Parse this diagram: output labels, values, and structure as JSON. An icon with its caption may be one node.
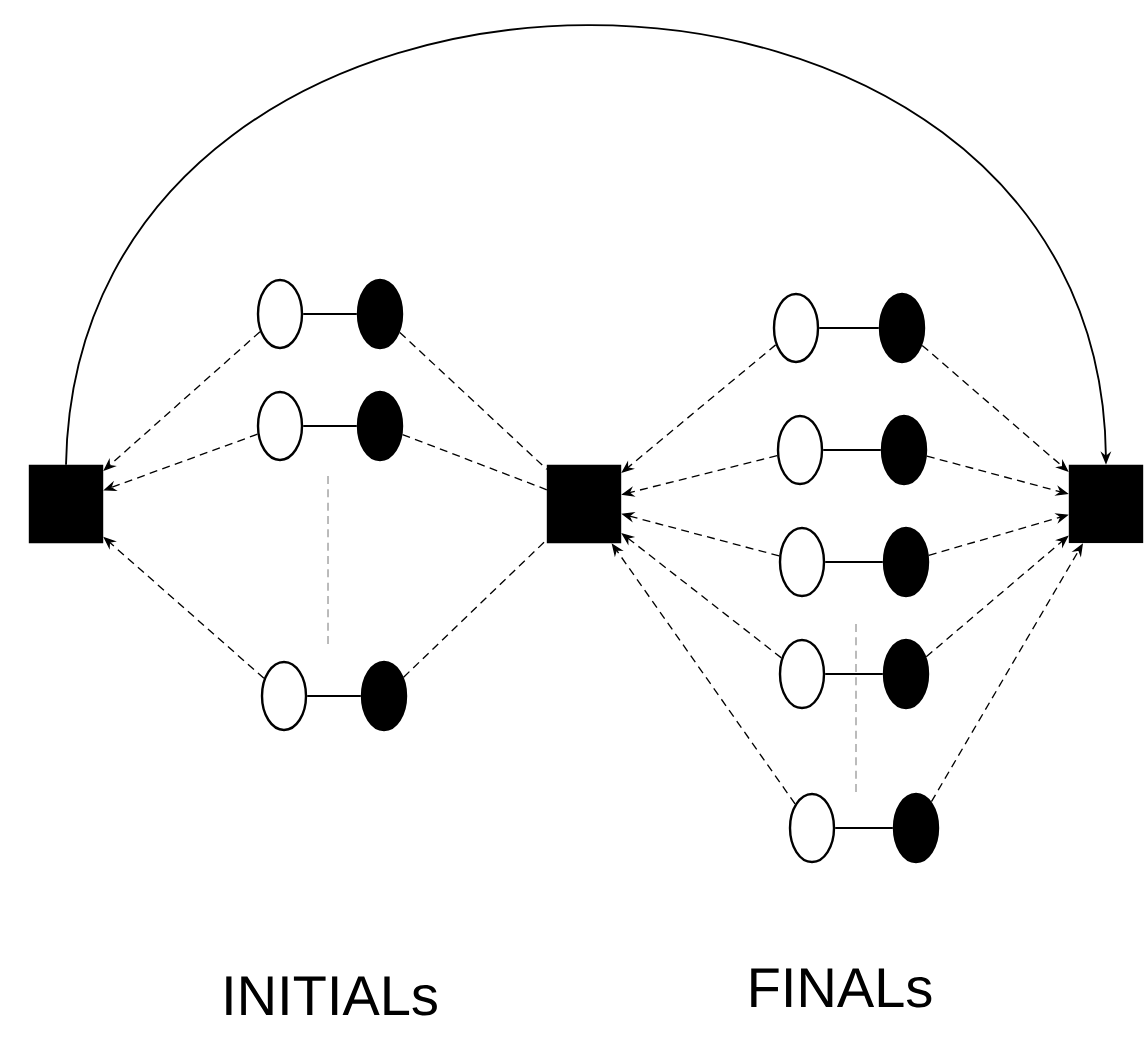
{
  "diagram": {
    "nodes": [
      {
        "text": [],
        "shape": "box"
      },
      {
        "text": [],
        "shape": "circle"
      },
      {
        "text": [],
        "shape": "circle"
      },
      {
        "text": [],
        "shape": "circle"
      },
      {
        "text": [],
        "shape": "circle"
      },
      {
        "text": [],
        "shape": "circle"
      },
      {
        "text": [],
        "shape": "circle"
      },
      {
        "text": [],
        "shape": "box"
      },
      {
        "text": [],
        "shape": "circle"
      },
      {
        "text": [],
        "shape": "circle"
      },
      {
        "text": [],
        "shape": "circle"
      },
      {
        "text": [],
        "shape": "circle"
      },
      {
        "text": [],
        "shape": "circle"
      },
      {
        "text": [],
        "shape": "circle"
      },
      {
        "text": [],
        "shape": "circle"
      },
      {
        "text": [],
        "shape": "circle"
      },
      {
        "text": [],
        "shape": "circle"
      },
      {
        "text": [],
        "shape": "circle"
      },
      {
        "text": [],
        "shape": "box"
      }
    ],
    "edges": [
      {
        "from": 0,
        "to": 18,
        "arrow": "to"
      },
      {
        "from": 1,
        "to": 2,
        "arrow": "none"
      },
      {
        "from": 3,
        "to": 4,
        "arrow": "none"
      },
      {
        "from": 5,
        "to": 6,
        "arrow": "none"
      },
      {
        "from": 8,
        "to": 9,
        "arrow": "none"
      },
      {
        "from": 10,
        "to": 11,
        "arrow": "none"
      },
      {
        "from": 12,
        "to": 13,
        "arrow": "none"
      },
      {
        "from": 14,
        "to": 15,
        "arrow": "none"
      },
      {
        "from": 16,
        "to": 17,
        "arrow": "none"
      },
      {
        "from": 1,
        "to": 0,
        "arrow": "to",
        "style": "dashed"
      },
      {
        "from": 3,
        "to": 0,
        "arrow": "to",
        "style": "dashed"
      },
      {
        "from": 5,
        "to": 0,
        "arrow": "to",
        "style": "dashed"
      },
      {
        "from": 2,
        "to": 7,
        "arrow": "none",
        "style": "dashed"
      },
      {
        "from": 4,
        "to": 7,
        "arrow": "none",
        "style": "dashed"
      },
      {
        "from": 6,
        "to": 7,
        "arrow": "none",
        "style": "dashed"
      },
      {
        "from": 8,
        "to": 7,
        "arrow": "to",
        "style": "dashed"
      },
      {
        "from": 10,
        "to": 7,
        "arrow": "to",
        "style": "dashed"
      },
      {
        "from": 12,
        "to": 7,
        "arrow": "to",
        "style": "dashed"
      },
      {
        "from": 14,
        "to": 7,
        "arrow": "to",
        "style": "dashed"
      },
      {
        "from": 16,
        "to": 7,
        "arrow": "to",
        "style": "dashed"
      },
      {
        "from": 9,
        "to": 18,
        "arrow": "to",
        "style": "dashed"
      },
      {
        "from": 11,
        "to": 18,
        "arrow": "to",
        "style": "dashed"
      },
      {
        "from": 13,
        "to": 18,
        "arrow": "to",
        "style": "dashed"
      },
      {
        "from": 15,
        "to": 18,
        "arrow": "to",
        "style": "dashed"
      },
      {
        "from": 17,
        "to": 18,
        "arrow": "to",
        "style": "dashed"
      }
    ],
    "labels": [
      "INITIALs",
      "FINALs"
    ]
  }
}
